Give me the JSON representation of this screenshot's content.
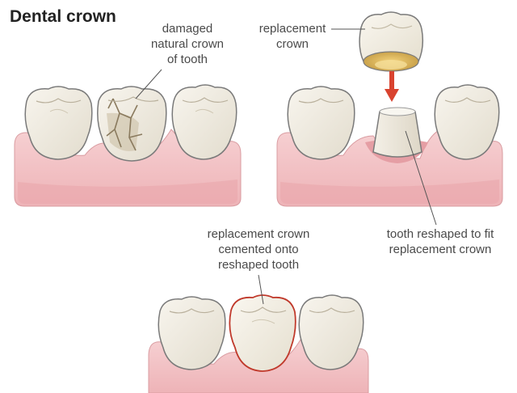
{
  "title": "Dental crown",
  "labels": {
    "damaged": [
      "damaged",
      "natural crown",
      "of tooth"
    ],
    "replacement": [
      "replacement",
      "crown"
    ],
    "reshaped": [
      "tooth reshaped to fit",
      "replacement crown"
    ],
    "cemented": [
      "replacement crown",
      "cemented onto",
      "reshaped tooth"
    ]
  },
  "colors": {
    "gum": "#f2c1c4",
    "gum_dark": "#e9a9ae",
    "tooth": "#f3efe6",
    "tooth_shadow": "#ddd6c6",
    "outline": "#777777",
    "crack": "#8a7a5e",
    "crown_outline": "#c0392b",
    "arrow": "#d9432f"
  }
}
